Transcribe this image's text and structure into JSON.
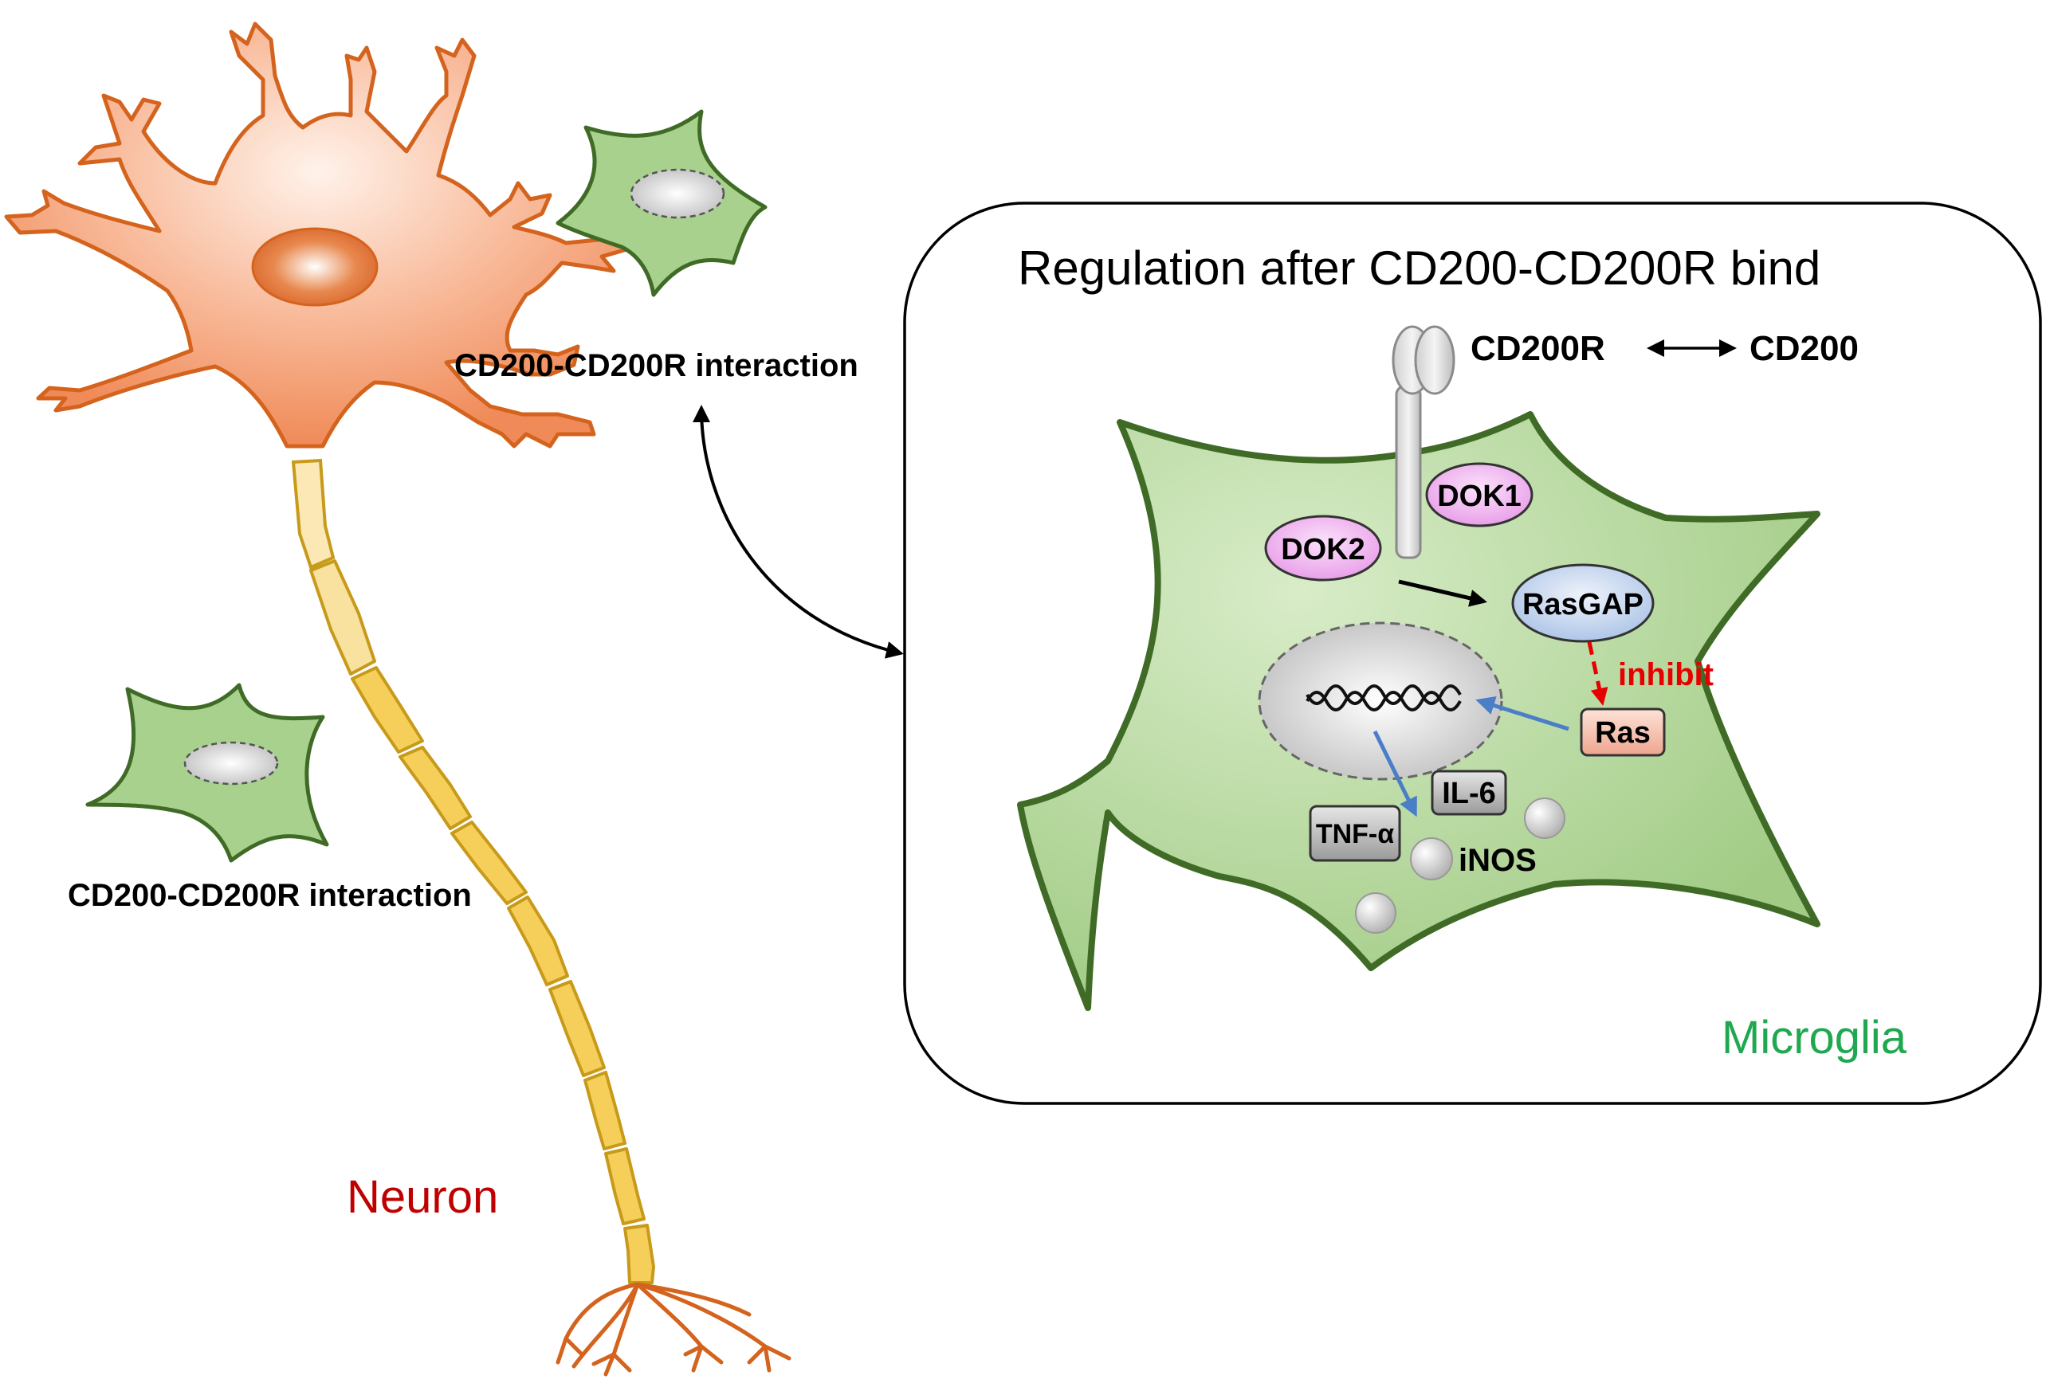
{
  "labels": {
    "interaction_top": "CD200-CD200R interaction",
    "interaction_bottom": "CD200-CD200R interaction",
    "neuron": "Neuron",
    "panel_title": "Regulation after CD200-CD200R bind",
    "receptor": "CD200R",
    "ligand": "CD200",
    "dok1": "DOK1",
    "dok2": "DOK2",
    "rasgap": "RasGAP",
    "inhibit": "inhibit",
    "ras": "Ras",
    "il6": "IL-6",
    "tnfa": "TNF-α",
    "inos": "iNOS",
    "microglia": "Microglia"
  },
  "colors": {
    "neuron_fill": "#f5a07a",
    "neuron_stroke": "#d4631d",
    "axon_fill": "#f6cf5a",
    "axon_stroke": "#c89a1a",
    "microglia_fill": "#a9d18e",
    "microglia_stroke": "#3f6b26",
    "neuron_label": "#c00000",
    "microglia_label": "#1fa84f",
    "inhibit": "#e60000",
    "blue_arrow": "#4a7fc8",
    "dok_fill": "#f2b8f2",
    "rasgap_fill": "#c8d8f0",
    "ras_fill": "#f4c0b0"
  }
}
